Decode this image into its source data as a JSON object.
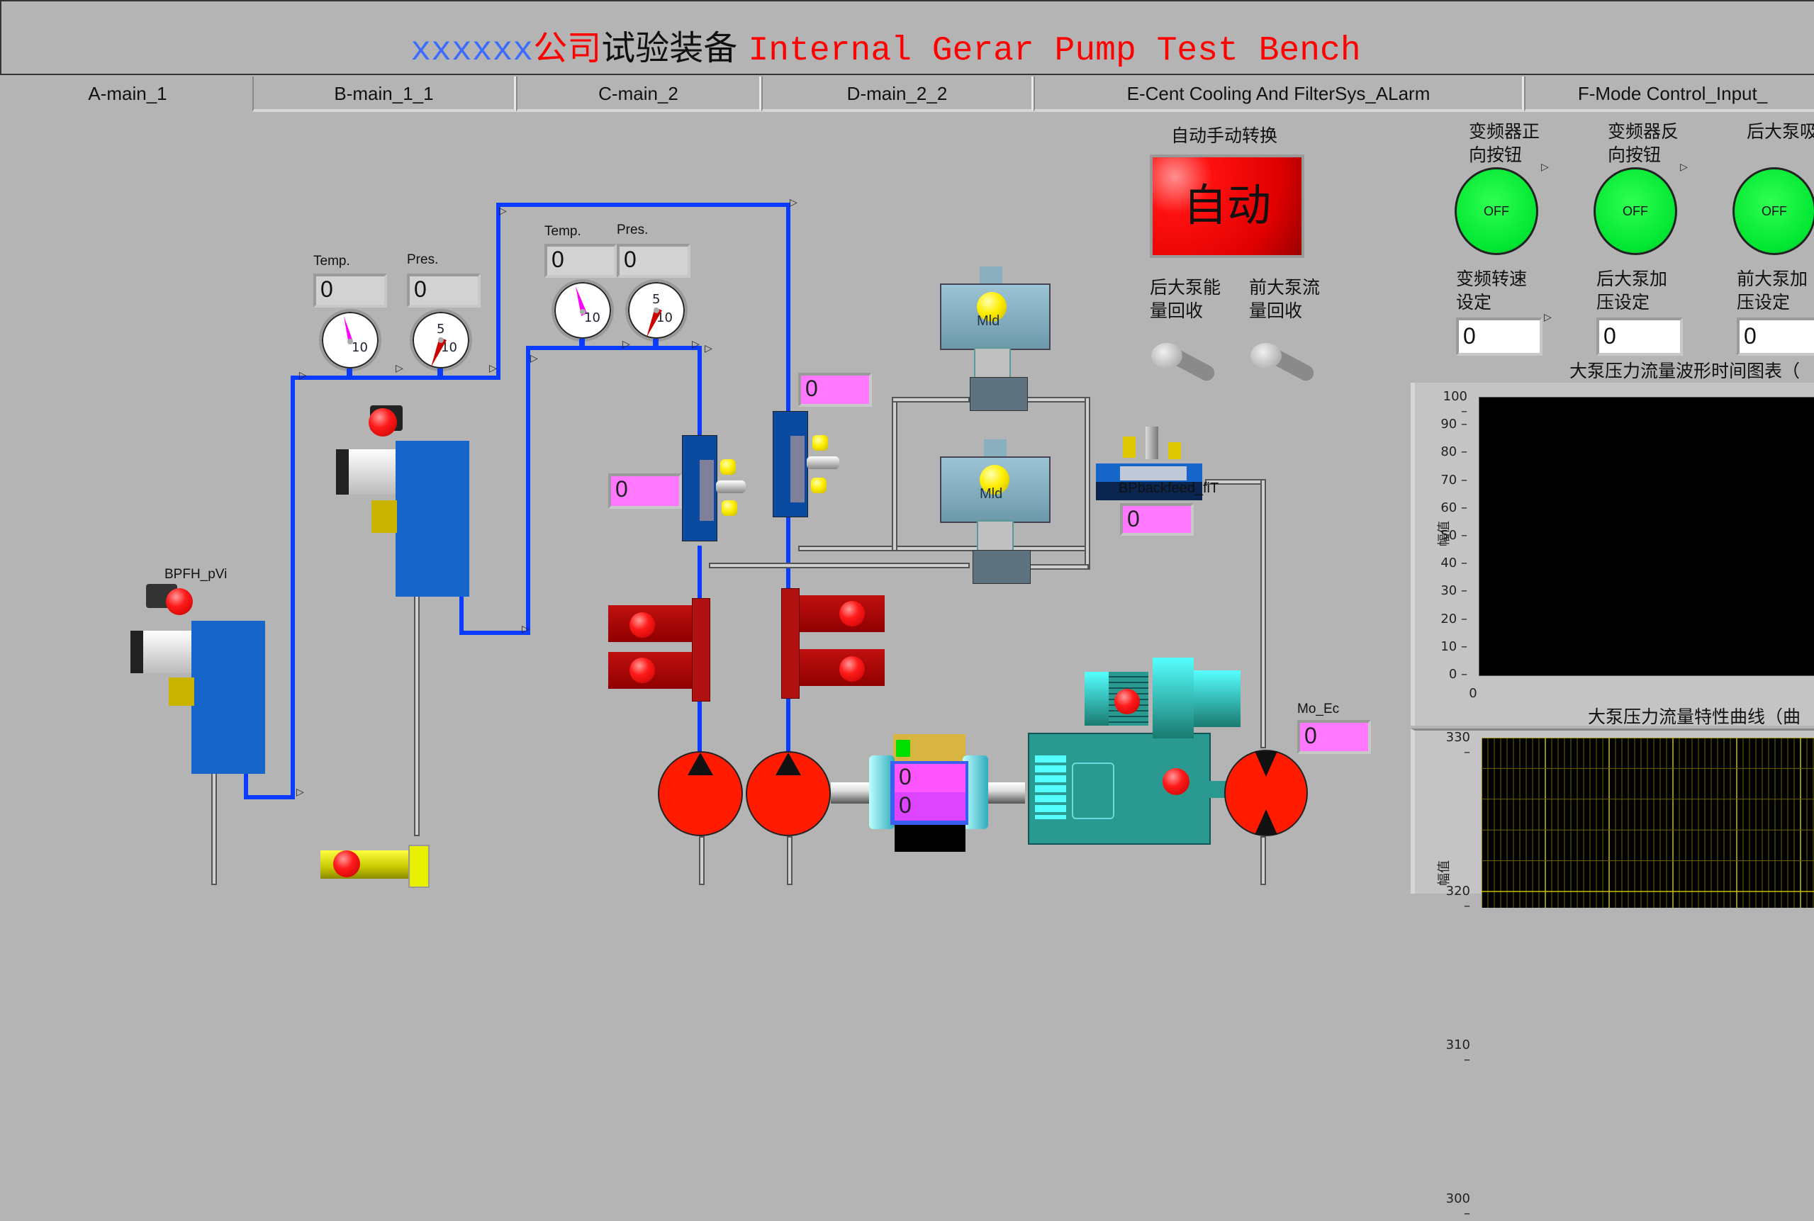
{
  "title": {
    "company_placeholder": "xxxxxx",
    "company_suffix": "公司",
    "subtitle_cn": "试验装备",
    "name_en": "Internal Gerar Pump Test Bench"
  },
  "tabs": [
    {
      "label": "A-main_1",
      "active": true
    },
    {
      "label": "B-main_1_1",
      "active": false
    },
    {
      "label": "C-main_2",
      "active": false
    },
    {
      "label": "D-main_2_2",
      "active": false
    },
    {
      "label": "E-Cent Cooling And FilterSys_ALarm",
      "active": false
    },
    {
      "label": "F-Mode Control_Input_",
      "active": false
    }
  ],
  "gauges": {
    "group1": {
      "temp_label": "Temp.",
      "temp_value": "0",
      "pres_label": "Pres.",
      "pres_value": "0",
      "temp_scale": "10",
      "pres_scale_top": "5",
      "pres_scale_bottom": "10"
    },
    "group2": {
      "temp_label": "Temp.",
      "temp_value": "0",
      "pres_label": "Pres.",
      "pres_value": "0",
      "temp_scale": "10",
      "pres_scale_top": "5",
      "pres_scale_bottom": "10"
    }
  },
  "valves": {
    "bpfh_label": "BPFH_pVi",
    "bpbackfeed_label": "BPbackfeed_fiT",
    "bpbackfeed_value": "0",
    "actuator_label_1": "Mld",
    "actuator_label_2": "Mld"
  },
  "flow_meters": {
    "left_value": "0",
    "right_value": "0"
  },
  "torque_meter": {
    "value_top": "0",
    "value_bottom": "0"
  },
  "motor": {
    "mo_ec_label": "Mo_Ec",
    "mo_ec_value": "0"
  },
  "controls": {
    "auto_manual_label": "自动手动转换",
    "auto_button_label": "自动",
    "rear_pump_energy_label": "后大泵能量回收",
    "front_pump_flow_label": "前大泵流量回收",
    "vfd_forward_label": "变频器正向按钮",
    "vfd_reverse_label": "变频器反向按钮",
    "rear_pump_suction_label": "后大泵吸油阀开",
    "off_label": "OFF",
    "vfd_speed_label": "变频转速设定",
    "vfd_speed_value": "0",
    "rear_pump_pressure_label": "后大泵加压设定",
    "rear_pump_pressure_value": "0",
    "front_pump_pressure_label": "前大泵加压设定",
    "front_pump_pressure_value": "0"
  },
  "chart_data": [
    {
      "type": "line",
      "title": "大泵压力流量波形时间图表（",
      "ylabel": "幅值",
      "xlabel": "",
      "ylim": [
        0,
        100
      ],
      "yticks": [
        "100",
        "90",
        "80",
        "70",
        "60",
        "50",
        "40",
        "30",
        "20",
        "10",
        "0"
      ],
      "xticks": [
        "0"
      ],
      "grid": false,
      "series": []
    },
    {
      "type": "line",
      "title": "大泵压力流量特性曲线（曲",
      "ylabel": "幅值",
      "xlabel": "",
      "ylim": [
        300,
        330
      ],
      "yticks": [
        "330",
        "320",
        "310",
        "300"
      ],
      "grid": true,
      "series": []
    }
  ]
}
